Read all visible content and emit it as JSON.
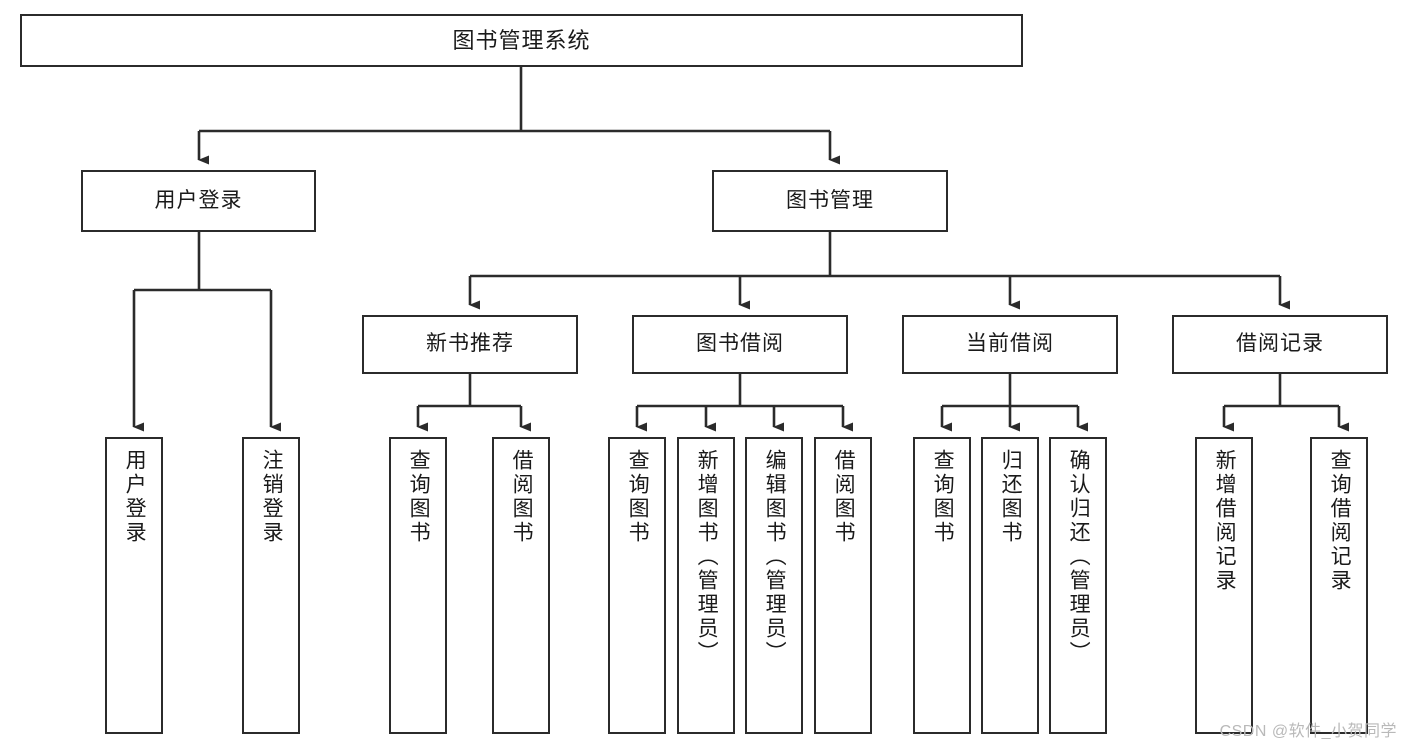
{
  "diagram": {
    "title": "图书管理系统",
    "type": "tree",
    "watermark": "CSDN @软件_小贺同学",
    "colors": {
      "background": "#ffffff",
      "box_border": "#2b2b2b",
      "box_fill": "#ffffff",
      "connector": "#2b2b2b",
      "text": "#1a1a1a",
      "watermark": "#b9b9b9"
    },
    "nodes": {
      "root": {
        "label": "图书管理系统"
      },
      "level2": [
        {
          "id": "user-login",
          "label": "用户登录"
        },
        {
          "id": "book-manage",
          "label": "图书管理"
        }
      ],
      "level3": [
        {
          "id": "new-book-recommend",
          "label": "新书推荐"
        },
        {
          "id": "book-borrow",
          "label": "图书借阅"
        },
        {
          "id": "current-borrow",
          "label": "当前借阅"
        },
        {
          "id": "borrow-record",
          "label": "借阅记录"
        }
      ],
      "leaves": {
        "user_login": [
          {
            "id": "leaf-user-login",
            "label": "用户登录"
          },
          {
            "id": "leaf-logout",
            "label": "注销登录"
          }
        ],
        "new_book_recommend": [
          {
            "id": "leaf-query-book-1",
            "label": "查询图书"
          },
          {
            "id": "leaf-borrow-book-1",
            "label": "借阅图书"
          }
        ],
        "book_borrow": [
          {
            "id": "leaf-query-book-2",
            "label": "查询图书"
          },
          {
            "id": "leaf-add-book",
            "label": "新增图书（管理员）"
          },
          {
            "id": "leaf-edit-book",
            "label": "编辑图书（管理员）"
          },
          {
            "id": "leaf-borrow-book-2",
            "label": "借阅图书"
          }
        ],
        "current_borrow": [
          {
            "id": "leaf-query-book-3",
            "label": "查询图书"
          },
          {
            "id": "leaf-return-book",
            "label": "归还图书"
          },
          {
            "id": "leaf-confirm-return",
            "label": "确认归还（管理员）"
          }
        ],
        "borrow_record": [
          {
            "id": "leaf-add-record",
            "label": "新增借阅记录"
          },
          {
            "id": "leaf-query-record",
            "label": "查询借阅记录"
          }
        ]
      }
    }
  }
}
